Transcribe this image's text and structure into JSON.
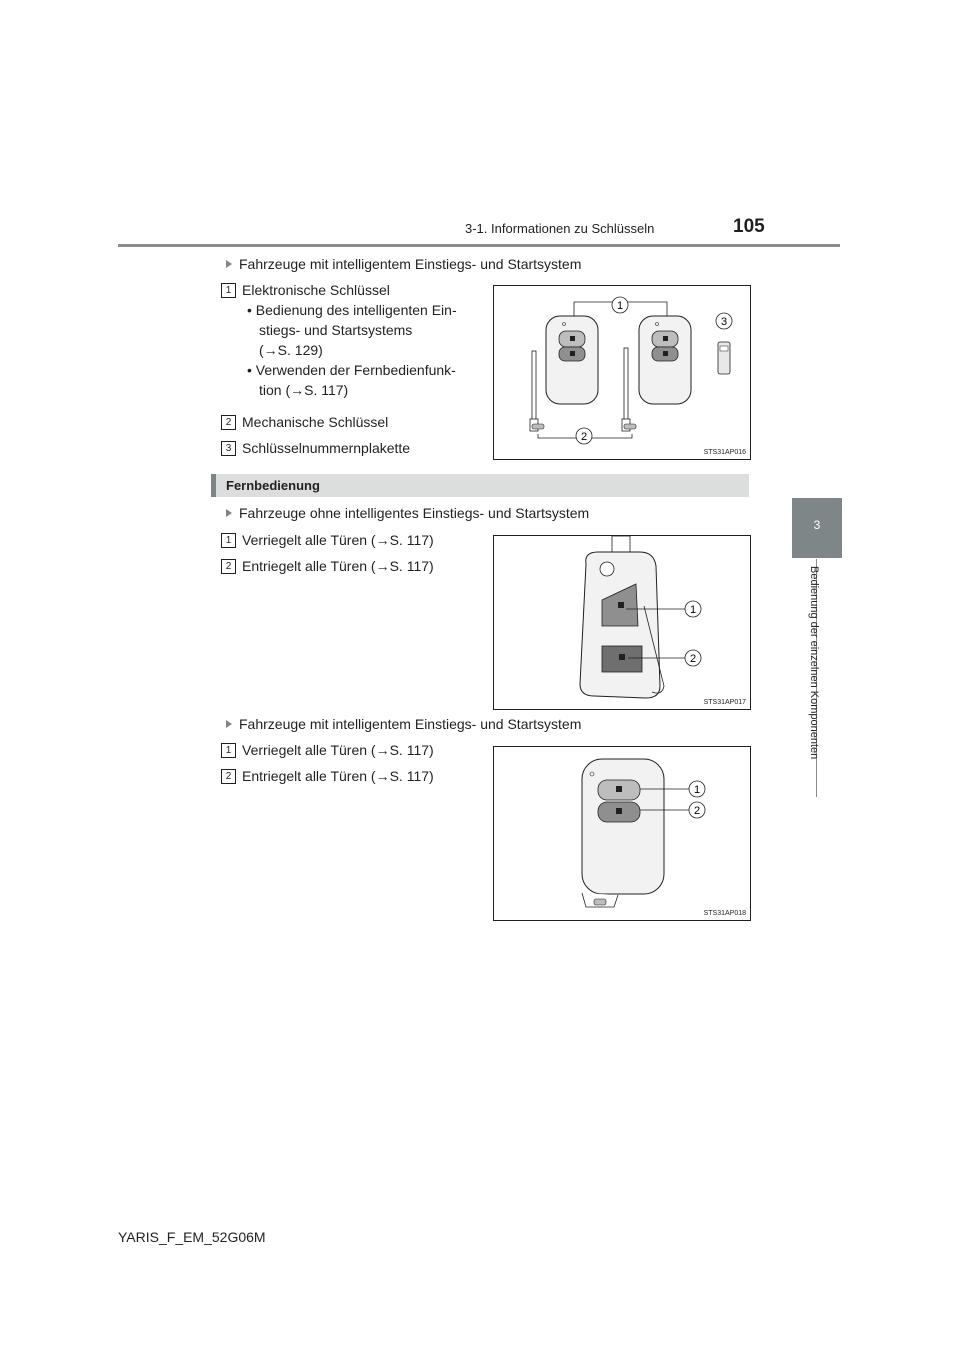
{
  "header": {
    "section": "3-1. Informationen zu Schlüsseln",
    "page": "105"
  },
  "side_tab": {
    "number": "3",
    "text": "Bedienung der einzelnen Komponenten"
  },
  "block1": {
    "condition": "Fahrzeuge mit intelligentem Einstiegs- und Startsystem",
    "items": [
      {
        "num": "1",
        "label": "Elektronische Schlüssel"
      },
      {
        "num": "2",
        "label": "Mechanische Schlüssel"
      },
      {
        "num": "3",
        "label": "Schlüsselnummernplakette"
      }
    ],
    "bullets": [
      {
        "line1": "Bedienung des intelligenten Ein-",
        "line2": "stiegs- und Startsystems",
        "line3": "(→S. 129)"
      },
      {
        "line1": "Verwenden der Fernbedienfunk-",
        "line2": "tion (→S. 117)"
      }
    ],
    "figure": {
      "code": "STS31AP016",
      "callouts": [
        "1",
        "2",
        "3"
      ]
    }
  },
  "section_title": "Fernbedienung",
  "block2": {
    "condition": "Fahrzeuge ohne intelligentes Einstiegs- und Startsystem",
    "items": [
      {
        "num": "1",
        "label": "Verriegelt alle Türen (→S. 117)"
      },
      {
        "num": "2",
        "label": "Entriegelt alle Türen (→S. 117)"
      }
    ],
    "figure": {
      "code": "STS31AP017",
      "callouts": [
        "1",
        "2"
      ]
    }
  },
  "block3": {
    "condition": "Fahrzeuge mit intelligentem Einstiegs- und Startsystem",
    "items": [
      {
        "num": "1",
        "label": "Verriegelt alle Türen (→S. 117)"
      },
      {
        "num": "2",
        "label": "Entriegelt alle Türen (→S. 117)"
      }
    ],
    "figure": {
      "code": "STS31AP018",
      "callouts": [
        "1",
        "2"
      ]
    }
  },
  "footer": "YARIS_F_EM_52G06M"
}
